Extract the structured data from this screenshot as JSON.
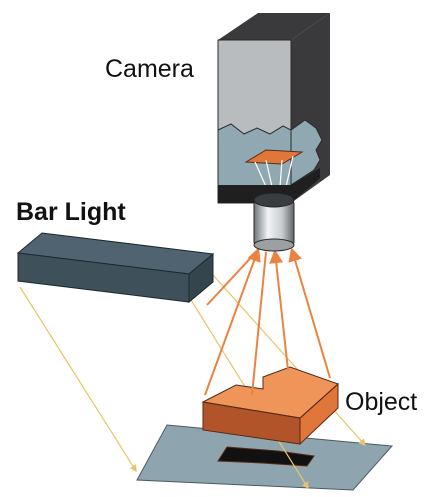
{
  "labels": {
    "camera": "Camera",
    "bar_light": "Bar Light",
    "object": "Object"
  },
  "colors": {
    "camera_dark": "#3a3a3c",
    "camera_body": "#b9bcbe",
    "camera_interior": "#8fa8b2",
    "lens_silver": "#d4d8db",
    "bar_light_face": "#3e505a",
    "bar_light_top": "#4f6470",
    "object_orange": "#e0763a",
    "object_top": "#f0955a",
    "object_side": "#b2542a",
    "floor": "#8ea5b0",
    "shadow": "#111111",
    "ray_orange": "#ea8341",
    "ray_yellow": "#e8c468"
  }
}
